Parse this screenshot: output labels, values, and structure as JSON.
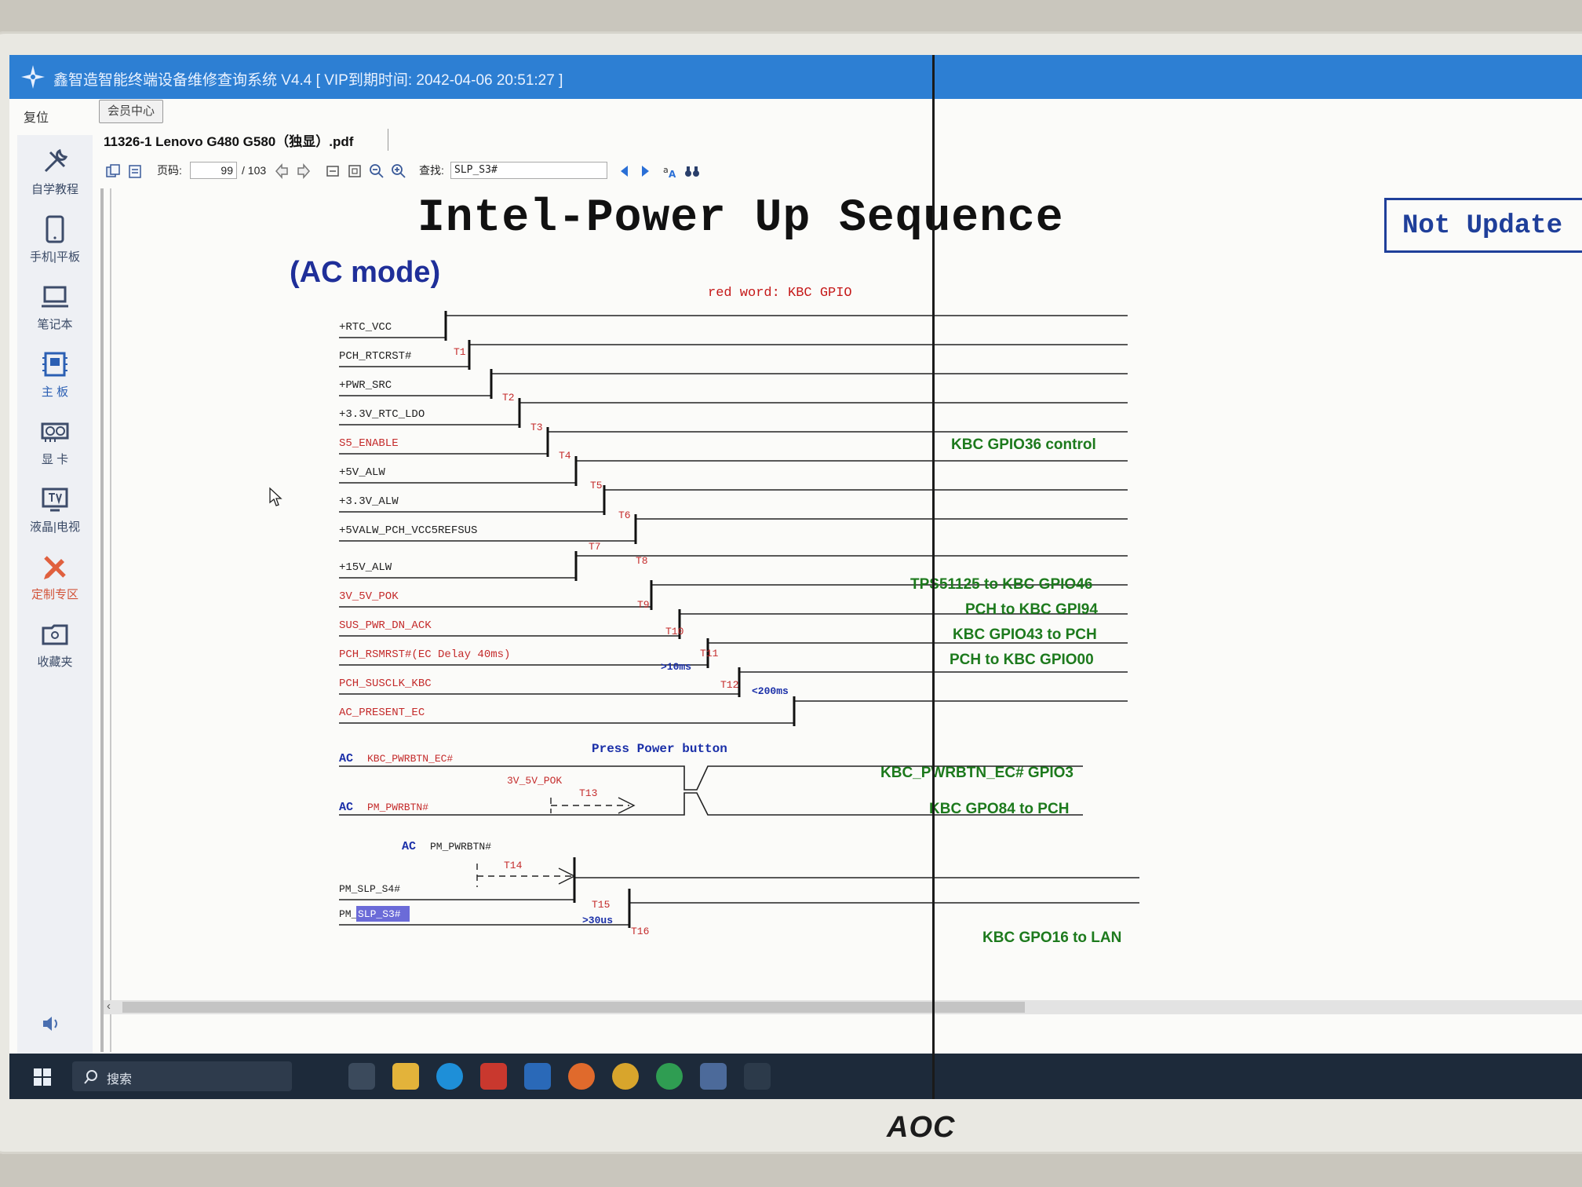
{
  "window": {
    "title": "鑫智造智能终端设备维修查询系统 V4.4 [ VIP到期时间: 2042-04-06 20:51:27 ]"
  },
  "toolbar": {
    "reset_label": "复位",
    "member_center_label": "会员中心"
  },
  "sidebar": {
    "items": [
      {
        "label": "自学教程",
        "icon": "tools-icon"
      },
      {
        "label": "手机|平板",
        "icon": "phone-icon"
      },
      {
        "label": "笔记本",
        "icon": "laptop-icon"
      },
      {
        "label": "主 板",
        "icon": "motherboard-icon"
      },
      {
        "label": "显 卡",
        "icon": "graphics-card-icon"
      },
      {
        "label": "液晶|电视",
        "icon": "tv-icon"
      },
      {
        "label": "定制专区",
        "icon": "pencil-ruler-icon"
      },
      {
        "label": "收藏夹",
        "icon": "folder-icon"
      }
    ]
  },
  "document": {
    "tab_label": "11326-1 Lenovo G480 G580（独显）.pdf"
  },
  "pdf_toolbar": {
    "page_label": "页码:",
    "page_current": "99",
    "page_total": "/ 103",
    "find_label": "查找:",
    "search_value": "SLP_S3#"
  },
  "page": {
    "title": "Intel-Power Up Sequence",
    "mode": "(AC mode)",
    "note": "red word: KBC GPIO",
    "stamp": "Not Update"
  },
  "timing": {
    "signals": [
      {
        "name": "+RTC_VCC",
        "kbc": false
      },
      {
        "name": "PCH_RTCRST#",
        "kbc": false
      },
      {
        "name": "+PWR_SRC",
        "kbc": false
      },
      {
        "name": "+3.3V_RTC_LDO",
        "kbc": false
      },
      {
        "name": "S5_ENABLE",
        "kbc": true
      },
      {
        "name": "+5V_ALW",
        "kbc": false
      },
      {
        "name": "+3.3V_ALW",
        "kbc": false
      },
      {
        "name": "+5VALW_PCH_VCC5REFSUS",
        "kbc": false
      },
      {
        "name": "+15V_ALW",
        "kbc": false
      },
      {
        "name": "3V_5V_POK",
        "kbc": true
      },
      {
        "name": "SUS_PWR_DN_ACK",
        "kbc": true
      },
      {
        "name": "PCH_RSMRST#(EC Delay 40ms)",
        "kbc": true
      },
      {
        "name": "PCH_SUSCLK_KBC",
        "kbc": true
      },
      {
        "name": "AC_PRESENT_EC",
        "kbc": true
      }
    ],
    "t_labels": [
      "T1",
      "T2",
      "T3",
      "T4",
      "T5",
      "T6",
      "T7",
      "T8",
      "T9",
      "T10",
      "T11",
      "T12"
    ],
    "delays": [
      ">10ms",
      "<200ms"
    ],
    "right_notes": [
      "KBC GPIO36 control",
      "TPS51125 to KBC GPIO46",
      "PCH to KBC GPI94",
      "KBC GPIO43 to PCH",
      "PCH to KBC GPIO00"
    ],
    "lower": {
      "press_power": "Press Power button",
      "ac": "AC",
      "kbc_pwrbtn": "KBC_PWRBTN_EC#",
      "kbc_pwrbtn_note": "KBC_PWRBTN_EC# GPIO3",
      "pok_ref": "3V_5V_POK",
      "t13": "T13",
      "pm_pwrbtn": "PM_PWRBTN#",
      "pm_pwrbtn_note": "KBC GPO84 to PCH",
      "pm_pwrbtn_2": "PM_PWRBTN#",
      "t14": "T14",
      "slp_s4": "PM_SLP_S4#",
      "slp_s3_prefix": "PM_",
      "slp_s3_hl": "SLP_S3#",
      "t15": "T15",
      "t15_delay": ">30us",
      "t16": "T16",
      "lan_note": "KBC GPO16 to LAN"
    }
  },
  "taskbar": {
    "search_label": "搜索"
  },
  "monitor": {
    "brand": "AOC"
  }
}
